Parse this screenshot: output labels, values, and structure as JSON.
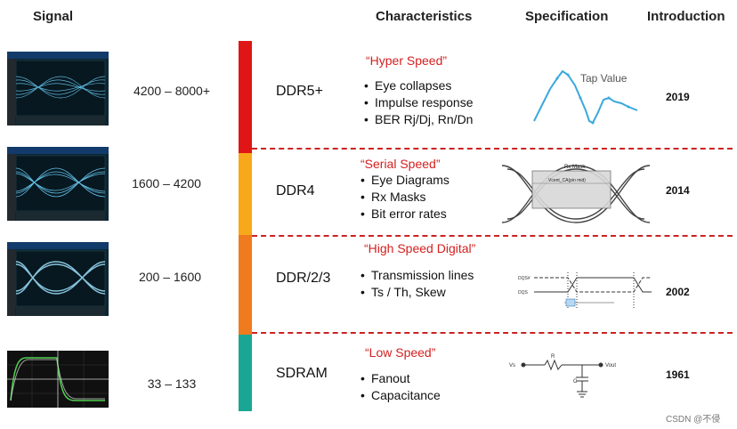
{
  "headers": {
    "signal": "Signal",
    "characteristics": "Characteristics",
    "specification": "Specification",
    "introduction": "Introduction"
  },
  "rows": [
    {
      "rate": "4200 – 8000+",
      "generation": "DDR5+",
      "char_title": "“Hyper Speed”",
      "bullets": [
        "Eye collapses",
        "Impulse response",
        "BER Rj/Dj, Rn/Dn"
      ],
      "spec_label": "Tap Value",
      "year": "2019",
      "bar_color": "#e01515"
    },
    {
      "rate": "1600 – 4200",
      "generation": "DDR4",
      "char_title": "“Serial Speed”",
      "bullets": [
        "Eye Diagrams",
        "Rx Masks",
        "Bit error rates"
      ],
      "spec_label": "Rx Mask",
      "spec_sublabel": "Vcent_CA(pin mid)",
      "year": "2014",
      "bar_color": "#f7a91a"
    },
    {
      "rate": "200 – 1600",
      "generation": "DDR/2/3",
      "char_title": "“High Speed Digital”",
      "bullets": [
        "Transmission lines",
        "Ts / Th, Skew"
      ],
      "spec_labels": [
        "DQS#",
        "DQS"
      ],
      "year": "2002",
      "bar_color": "#f07a1e"
    },
    {
      "rate": "33 – 133",
      "generation": "SDRAM",
      "char_title": "“Low Speed”",
      "bullets": [
        "Fanout",
        "Capacitance"
      ],
      "spec_labels": [
        "Vs",
        "R",
        "C",
        "Vout"
      ],
      "year": "1961",
      "bar_color": "#1aa694"
    }
  ],
  "footer": "CSDN @不侵"
}
